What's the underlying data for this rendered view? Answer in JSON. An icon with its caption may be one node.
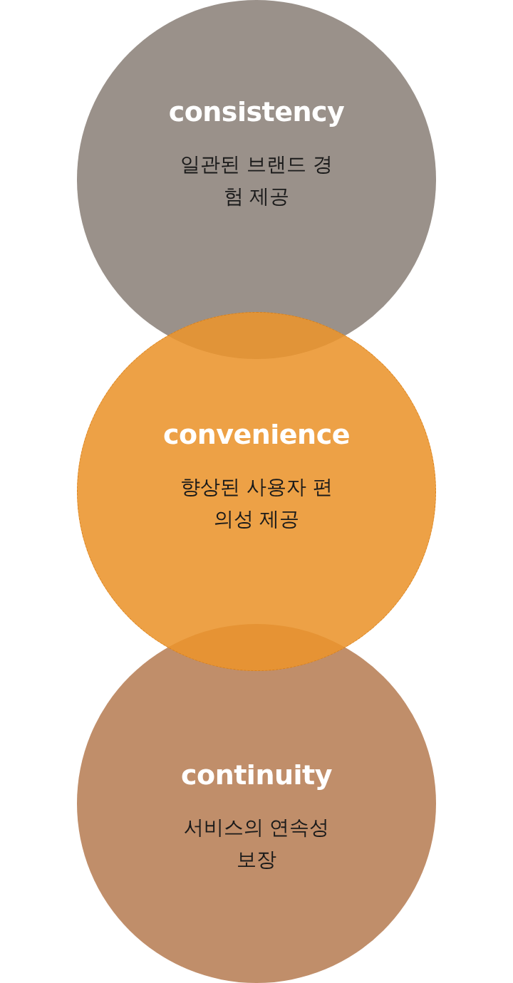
{
  "diagram": {
    "nodes": [
      {
        "text": [
          "consistency",
          "일관된 브랜드 경험 제공"
        ]
      },
      {
        "text": [
          "convenience",
          "향상된 사용자 편의성 제공"
        ]
      },
      {
        "text": [
          "continuity",
          "서비스의 연속성 보장"
        ]
      }
    ]
  }
}
